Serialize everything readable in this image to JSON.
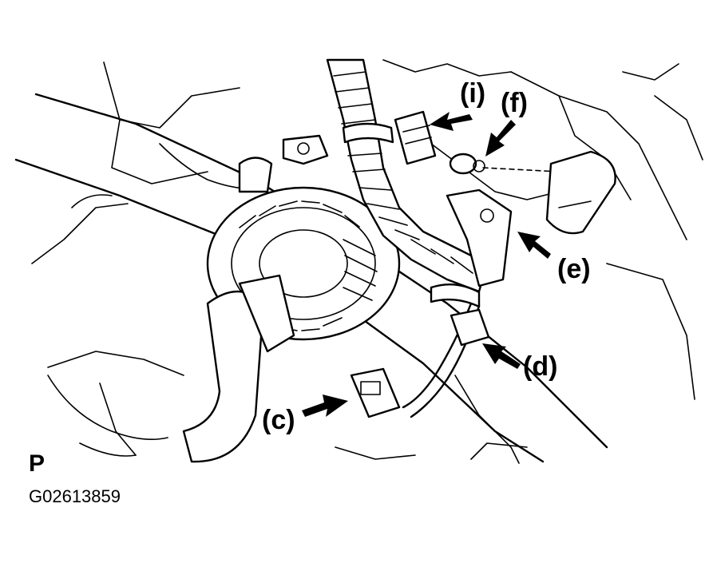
{
  "figure": {
    "callouts": {
      "c": "(c)",
      "d": "(d)",
      "e": "(e)",
      "f": "(f)",
      "i": "(i)"
    },
    "view_marker": "P",
    "figure_code": "G02613859"
  }
}
